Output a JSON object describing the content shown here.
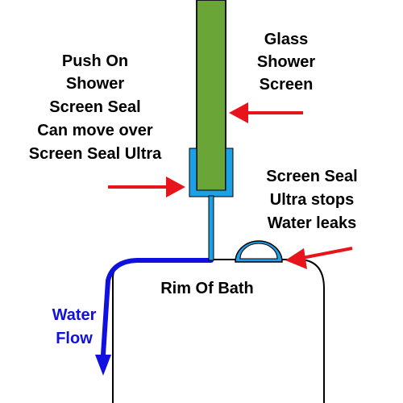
{
  "labels": {
    "glass": [
      "Glass",
      "Shower",
      "Screen"
    ],
    "push_on": [
      "Push On",
      "Shower",
      "Screen Seal",
      "Can move over",
      "Screen Seal Ultra"
    ],
    "ultra": [
      "Screen Seal",
      "Ultra stops",
      "Water leaks"
    ],
    "rim": "Rim Of Bath",
    "water": [
      "Water",
      "Flow"
    ]
  },
  "colors": {
    "glass": "#6aa637",
    "glass_outline": "#1a1a1a",
    "seal": "#1ea0e6",
    "arrow": "#e8141c",
    "water": "#1010e0",
    "text": "#000000",
    "outline": "#000000"
  }
}
